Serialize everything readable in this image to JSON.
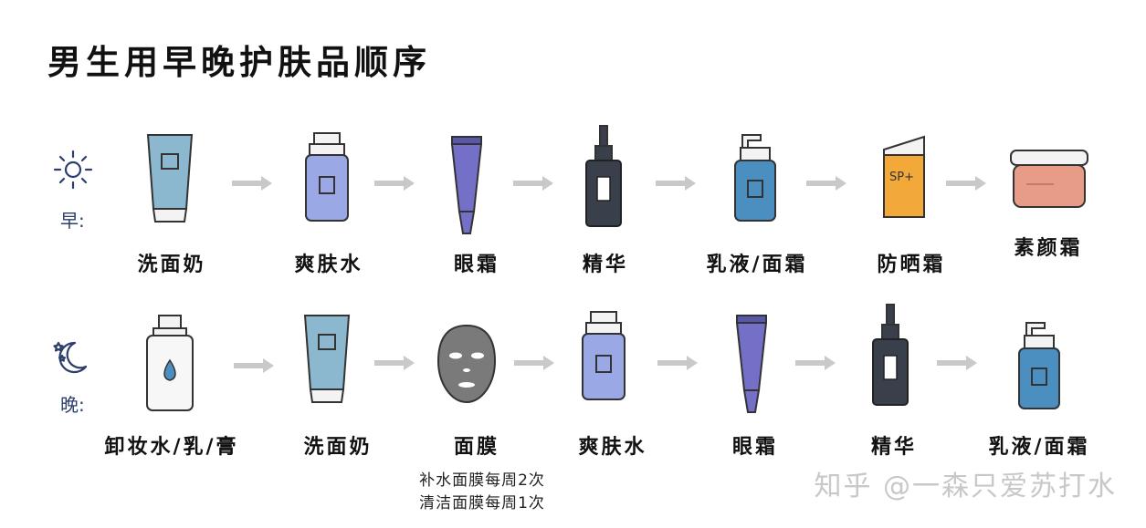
{
  "title": "男生用早晚护肤品顺序",
  "rows": {
    "morning": {
      "label": "早:",
      "icon": "sun-icon",
      "steps": [
        "洗面奶",
        "爽肤水",
        "眼霜",
        "精华",
        "乳液/面霜",
        "防晒霜",
        "素颜霜"
      ]
    },
    "evening": {
      "label": "晚:",
      "icon": "moon-stars-icon",
      "steps": [
        "卸妆水/乳/膏",
        "洗面奶",
        "面膜",
        "爽肤水",
        "眼霜",
        "精华",
        "乳液/面霜"
      ]
    }
  },
  "mask_notes": [
    "补水面膜每周2次",
    "清洁面膜每周1次"
  ],
  "sunscreen_text": "SP+",
  "watermark": "知乎 @一森只爱苏打水",
  "colors": {
    "tube_blue": "#8cb8cf",
    "toner_blue": "#9aa9e6",
    "eye_cream_purple": "#7470c7",
    "serum_dark": "#3a3f4c",
    "lotion_blue": "#4a8fbf",
    "sunscreen_orange": "#f2a93a",
    "tone_up_pink": "#e79c87",
    "arrow_gray": "#c9c9c9"
  }
}
